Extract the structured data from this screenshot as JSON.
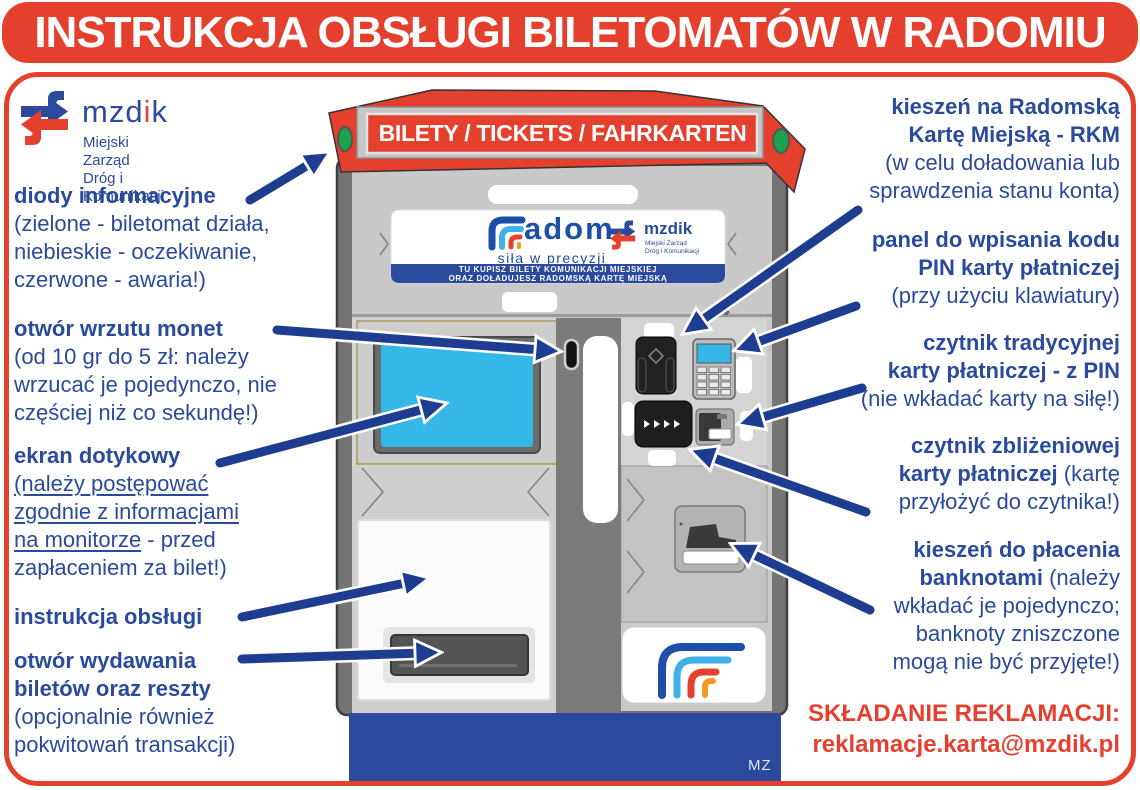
{
  "header": {
    "title": "INSTRUKCJA OBSŁUGI BILETOMATÓW W RADOMIU"
  },
  "logo": {
    "p1": "mzd",
    "p2": "i",
    "p3": "k",
    "org1": "Miejski Zarząd",
    "org2": "Dróg i Komunikacji"
  },
  "machine": {
    "marquee_text": "BILETY / TICKETS / FAHRKARTEN",
    "radom_word": "adom",
    "radom_tagline": "siła w precyzji",
    "info_line1": "TU KUPISZ BILETY KOMUNIKACJI MIEJSKIEJ",
    "info_line2": "ORAZ DOŁADUJESZ RADOMSKĄ KARTĘ MIEJSKĄ",
    "signature": "MZ"
  },
  "colors": {
    "accent_red": "#e5402e",
    "text_blue": "#2a4b9c",
    "arrow_navy": "#1e3c90",
    "screen_cyan": "#35b8e8",
    "pedestal_blue": "#2b4a9e",
    "led_green": "#1ca24d"
  },
  "labels_left": [
    {
      "name": "diody-informacyjne",
      "segments": [
        {
          "t": "diody informacyjne",
          "b": true
        },
        {
          "br": true
        },
        {
          "t": "(zielone - biletomat działa,"
        },
        {
          "br": true
        },
        {
          "t": "niebieskie - oczekiwanie,"
        },
        {
          "br": true
        },
        {
          "t": "czerwone - awaria!)"
        }
      ]
    },
    {
      "name": "otwor-wrzutu-monet",
      "segments": [
        {
          "t": "otwór wrzutu monet",
          "b": true
        },
        {
          "br": true
        },
        {
          "t": "(od 10 gr do 5 zł: należy"
        },
        {
          "br": true
        },
        {
          "t": "wrzucać je pojedynczo, nie"
        },
        {
          "br": true
        },
        {
          "t": "częściej niż co sekundę!)"
        }
      ]
    },
    {
      "name": "ekran-dotykowy",
      "segments": [
        {
          "t": "ekran dotykowy",
          "b": true
        },
        {
          "br": true
        },
        {
          "t": "(należy postępować",
          "u": true
        },
        {
          "br": true
        },
        {
          "t": "zgodnie z informacjami",
          "u": true
        },
        {
          "br": true
        },
        {
          "t": "na monitorze",
          "u": true
        },
        {
          "t": " - przed"
        },
        {
          "br": true
        },
        {
          "t": "zapłaceniem za bilet!)"
        }
      ]
    },
    {
      "name": "instrukcja-obslugi",
      "segments": [
        {
          "t": "instrukcja obsługi",
          "b": true
        }
      ]
    },
    {
      "name": "otwor-wydawania-biletow",
      "segments": [
        {
          "t": "otwór wydawania",
          "b": true
        },
        {
          "br": true
        },
        {
          "t": "biletów oraz reszty",
          "b": true
        },
        {
          "br": true
        },
        {
          "t": "(opcjonalnie również"
        },
        {
          "br": true
        },
        {
          "t": "pokwitowań transakcji)"
        }
      ]
    }
  ],
  "labels_right": [
    {
      "name": "kieszen-rkm",
      "segments": [
        {
          "t": "kieszeń na Radomską",
          "b": true
        },
        {
          "br": true
        },
        {
          "t": "Kartę Miejską - RKM",
          "b": true
        },
        {
          "br": true
        },
        {
          "t": "(w celu doładowania lub"
        },
        {
          "br": true
        },
        {
          "t": "sprawdzenia stanu konta)"
        }
      ]
    },
    {
      "name": "panel-pin",
      "segments": [
        {
          "t": "panel do wpisania kodu",
          "b": true
        },
        {
          "br": true
        },
        {
          "t": "PIN karty płatniczej",
          "b": true
        },
        {
          "br": true
        },
        {
          "t": "(przy użyciu klawiatury)"
        }
      ]
    },
    {
      "name": "czytnik-tradycyjnej-karty",
      "segments": [
        {
          "t": "czytnik tradycyjnej",
          "b": true
        },
        {
          "br": true
        },
        {
          "t": "karty płatniczej - z PIN",
          "b": true
        },
        {
          "br": true
        },
        {
          "t": "(nie wkładać karty na siłę!)"
        }
      ]
    },
    {
      "name": "czytnik-zblizeniowej-karty",
      "segments": [
        {
          "t": "czytnik zbliżeniowej",
          "b": true
        },
        {
          "br": true
        },
        {
          "t": "karty płatniczej",
          "b": true
        },
        {
          "t": " (kartę"
        },
        {
          "br": true
        },
        {
          "t": "przyłożyć do czytnika!)"
        }
      ]
    },
    {
      "name": "kieszen-banknoty",
      "segments": [
        {
          "t": "kieszeń do płacenia",
          "b": true
        },
        {
          "br": true
        },
        {
          "t": "banknotami",
          "b": true
        },
        {
          "t": " (należy"
        },
        {
          "br": true
        },
        {
          "t": "wkładać je pojedynczo;"
        },
        {
          "br": true
        },
        {
          "t": "banknoty zniszczone"
        },
        {
          "br": true
        },
        {
          "t": "mogą nie być przyjęte!)"
        }
      ]
    },
    {
      "name": "skladanie-reklamacji",
      "segments": [
        {
          "t": "SKŁADANIE REKLAMACJI:",
          "b": true,
          "r": true
        },
        {
          "br": true
        },
        {
          "t": "reklamacje.karta@mzdik.pl",
          "b": true,
          "r": true
        }
      ]
    }
  ]
}
